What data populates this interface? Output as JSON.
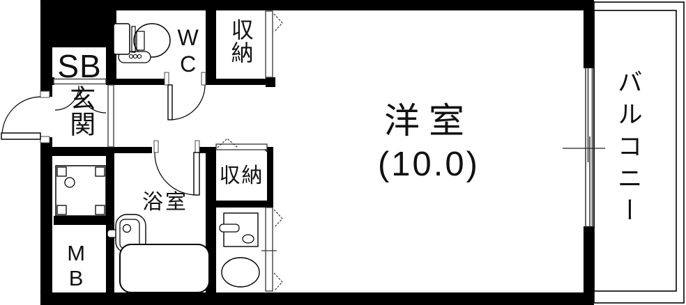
{
  "plan": {
    "rooms": {
      "western_room": {
        "label": "洋室",
        "size_label": "(10.0)"
      },
      "balcony": {
        "label": "バルコニー"
      },
      "entrance": {
        "label": "玄関"
      },
      "shoe_box": {
        "label": "SB"
      },
      "toilet": {
        "label": "WC"
      },
      "storage_upper": {
        "label": "収納"
      },
      "storage_lower": {
        "label": "収納"
      },
      "bathroom": {
        "label": "浴室"
      },
      "meter_box": {
        "label": "MB"
      }
    },
    "colors": {
      "wall": "#000000",
      "line": "#333333",
      "background": "#ffffff"
    }
  }
}
